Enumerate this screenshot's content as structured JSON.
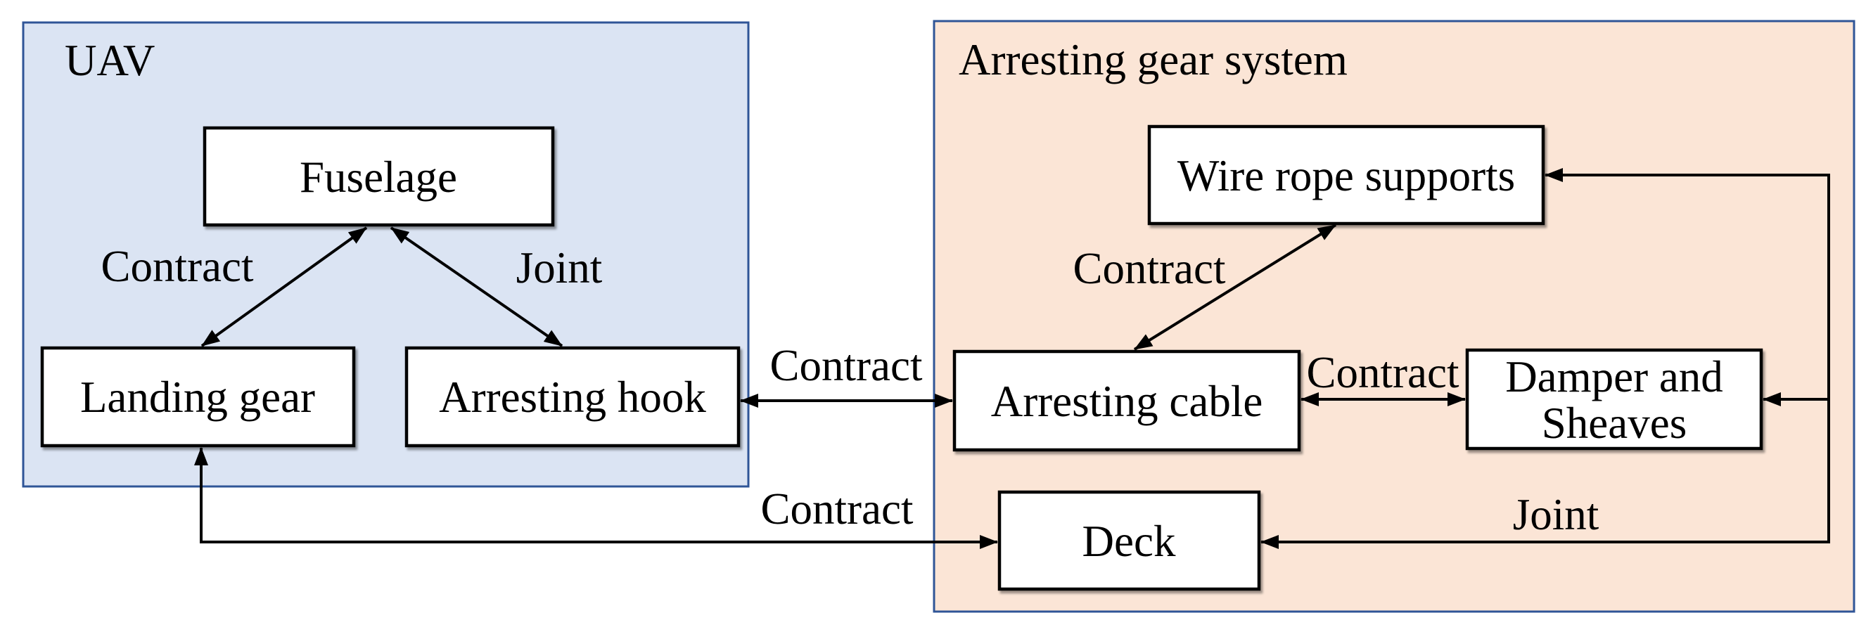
{
  "diagram": {
    "colors": {
      "background": "#ffffff",
      "uav_group_fill": "#dbe4f3",
      "arresting_gear_group_fill": "#fbe5d6",
      "group_border": "#2f5597",
      "node_fill": "#ffffff",
      "node_border": "#000000",
      "arrow": "#000000",
      "text": "#000000"
    },
    "groups": {
      "uav": {
        "label": "UAV",
        "fill": "#dbe4f3"
      },
      "arresting_gear": {
        "label": "Arresting gear system",
        "fill": "#fbe5d6"
      }
    },
    "nodes": {
      "fuselage": {
        "label": "Fuselage",
        "group": "UAV"
      },
      "landing_gear": {
        "label": "Landing gear",
        "group": "UAV"
      },
      "arresting_hook": {
        "label": "Arresting hook",
        "group": "UAV"
      },
      "wire_rope_supports": {
        "label": "Wire rope supports",
        "group": "Arresting gear system"
      },
      "arresting_cable": {
        "label": "Arresting cable",
        "group": "Arresting gear system"
      },
      "damper_sheaves": {
        "label": "Damper and Sheaves",
        "lines": [
          "Damper and",
          "Sheaves"
        ],
        "group": "Arresting gear system"
      },
      "deck": {
        "label": "Deck",
        "group": "Arresting gear system"
      }
    },
    "edges": [
      {
        "from": "Fuselage",
        "to": "Landing gear",
        "label": "Contract",
        "connector": "straight-diagonal",
        "arrowheads": "both"
      },
      {
        "from": "Fuselage",
        "to": "Arresting hook",
        "label": "Joint",
        "connector": "straight-diagonal",
        "arrowheads": "both"
      },
      {
        "from": "Arresting hook",
        "to": "Arresting cable",
        "label": "Contract",
        "connector": "straight-horizontal",
        "arrowheads": "both"
      },
      {
        "from": "Arresting cable",
        "to": "Wire rope supports",
        "label": "Contract",
        "connector": "straight-diagonal",
        "arrowheads": "both"
      },
      {
        "from": "Arresting cable",
        "to": "Damper and Sheaves",
        "label": "Contract",
        "connector": "straight-horizontal",
        "arrowheads": "both"
      },
      {
        "from": "Landing gear",
        "to": "Deck",
        "label": "Contract",
        "connector": "elbow",
        "arrowheads": "both"
      },
      {
        "from": "Deck",
        "to": "Wire rope supports and Damper and Sheaves",
        "label": "Joint",
        "connector": "elbow-rail",
        "arrowheads": "into Deck, Wire rope supports, Damper and Sheaves"
      }
    ]
  }
}
